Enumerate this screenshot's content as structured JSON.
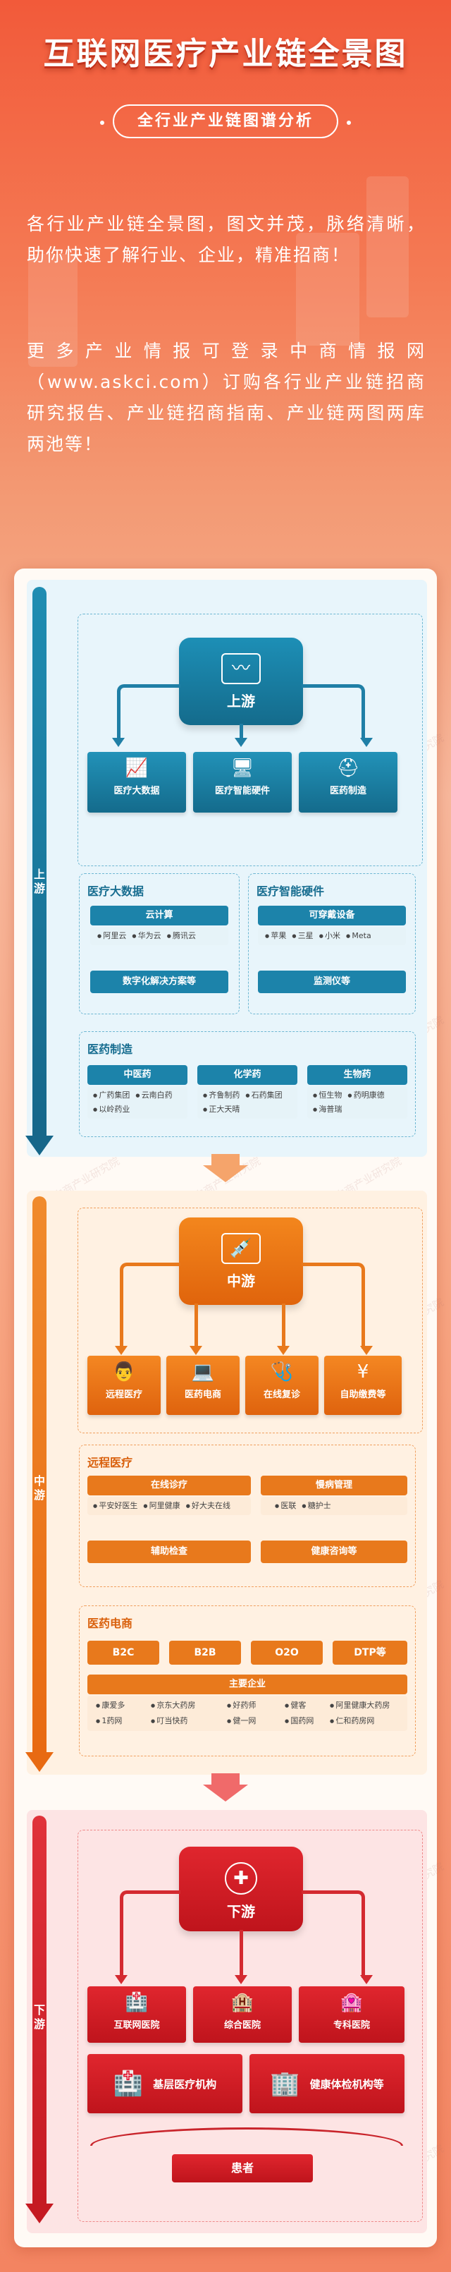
{
  "header": {
    "title": "互联网医疗产业链全景图",
    "subtitle": "全行业产业链图谱分析",
    "intro1": "各行业产业链全景图，图文并茂，脉络清晰，助你快速了解行业、企业，精准招商！",
    "intro2": "更多产业情报可登录中商情报网（www.askci.com）订购各行业产业链招商研究报告、产业链招商指南、产业链两图两库两池等！"
  },
  "watermark": "中商产业研究院",
  "colors": {
    "upstream": "#1f8db2",
    "midstream": "#ec7418",
    "downstream": "#d8202a"
  },
  "upstream": {
    "side_label": "上游",
    "hub_label": "上游",
    "hub_icon": "monitor-icon",
    "tiles": [
      {
        "label": "医疗大数据",
        "icon": "chart-monitor-icon",
        "glyph": "📈"
      },
      {
        "label": "医疗智能硬件",
        "icon": "device-monitor-icon",
        "glyph": "🖥"
      },
      {
        "label": "医药制造",
        "icon": "medkit-icon",
        "glyph": "⛑"
      }
    ],
    "bigdata": {
      "title": "医疗大数据",
      "cloud_label": "云计算",
      "cloud_items": [
        "阿里云",
        "华为云",
        "腾讯云"
      ],
      "solutions_label": "数字化解决方案等"
    },
    "hardware": {
      "title": "医疗智能硬件",
      "wearable_label": "可穿戴设备",
      "wearable_items": [
        "苹果",
        "三星",
        "小米",
        "Meta"
      ],
      "monitor_label": "监测仪等"
    },
    "pharma": {
      "title": "医药制造",
      "groups": [
        {
          "label": "中医药",
          "items": [
            "广药集团",
            "云南白药",
            "以岭药业"
          ]
        },
        {
          "label": "化学药",
          "items": [
            "齐鲁制药",
            "石药集团",
            "正大天晴"
          ]
        },
        {
          "label": "生物药",
          "items": [
            "恒生物",
            "药明康德",
            "海普瑞"
          ]
        }
      ]
    }
  },
  "midstream": {
    "side_label": "中游",
    "hub_label": "中游",
    "hub_icon": "syringe-icon",
    "tiles": [
      {
        "label": "远程医疗",
        "icon": "doctor-monitor-icon",
        "glyph": "👨"
      },
      {
        "label": "医药电商",
        "icon": "laptop-shop-icon",
        "glyph": "💻"
      },
      {
        "label": "在线复诊",
        "icon": "stethoscope-icon",
        "glyph": "🩺"
      },
      {
        "label": "自助缴费等",
        "icon": "payment-icon",
        "glyph": "¥"
      }
    ],
    "remote": {
      "title": "远程医疗",
      "consult_label": "在线诊疗",
      "consult_items": [
        "平安好医生",
        "阿里健康",
        "好大夫在线"
      ],
      "chronic_label": "慢病管理",
      "chronic_items": [
        "医联",
        "糖护士"
      ],
      "aux_label": "辅助检查",
      "health_label": "健康咨询等"
    },
    "ecommerce": {
      "title": "医药电商",
      "modes": [
        "B2C",
        "B2B",
        "O2O",
        "DTP等"
      ],
      "companies_label": "主要企业",
      "companies": [
        "康爱多",
        "京东大药房",
        "好药师",
        "健客",
        "阿里健康大药房",
        "1药网",
        "叮当快药",
        "健一网",
        "国药网",
        "仁和药房网"
      ]
    }
  },
  "downstream": {
    "side_label": "下游",
    "hub_label": "下游",
    "hub_icon": "medical-cross-icon",
    "tiles": [
      {
        "label": "互联网医院",
        "icon": "hospital-building-icon",
        "glyph": "🏥"
      },
      {
        "label": "综合医院",
        "icon": "general-hospital-icon",
        "glyph": "🏨"
      },
      {
        "label": "专科医院",
        "icon": "specialty-hospital-icon",
        "glyph": "🏩"
      }
    ],
    "wide_tiles": [
      {
        "label": "基层医疗机构",
        "icon": "clinic-icon",
        "glyph": "🏥"
      },
      {
        "label": "健康体检机构等",
        "icon": "checkup-center-icon",
        "glyph": "🏢"
      }
    ],
    "patients_label": "患者"
  }
}
